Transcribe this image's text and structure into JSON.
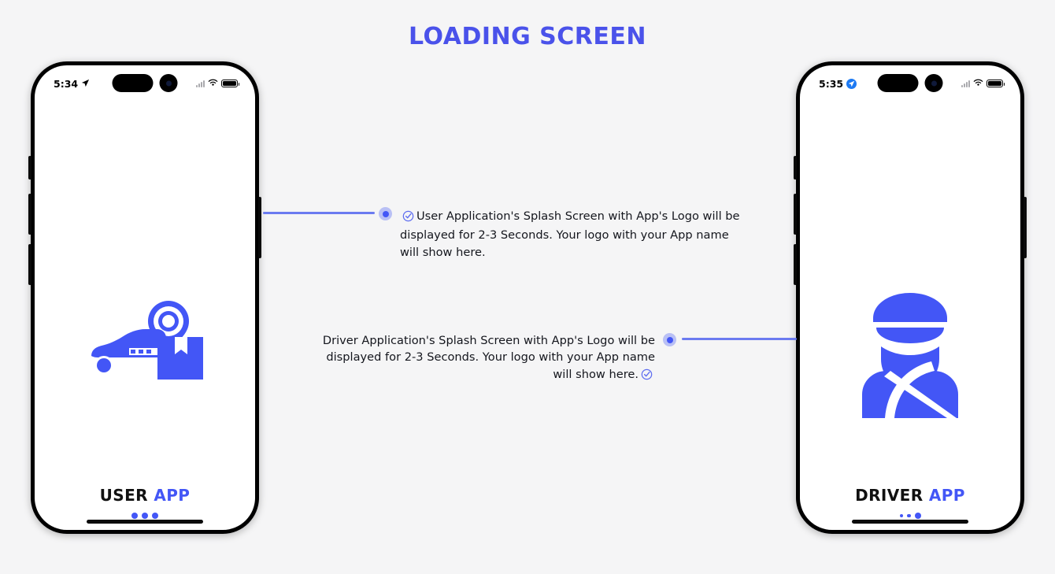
{
  "page": {
    "title": "LOADING SCREEN",
    "background_color": "#f5f5f6",
    "title_color": "#4a52ea",
    "accent_color": "#4356f6",
    "connector_color": "#6b7bf0"
  },
  "phones": [
    {
      "id": "user-app",
      "status_bar": {
        "time": "5:34",
        "location_icon": "location-arrow-icon",
        "signal_icon": "cellular-signal-icon",
        "wifi_icon": "wifi-icon",
        "battery_icon": "battery-full-icon"
      },
      "logo_icon": "taxi-car-location-pin-icon",
      "app_name_primary": "USER",
      "app_name_accent": "APP",
      "loading_dots": [
        "large",
        "large",
        "large"
      ],
      "home_indicator": "home-indicator-bar"
    },
    {
      "id": "driver-app",
      "status_bar": {
        "time": "5:35",
        "location_icon": "location-arrow-badge-icon",
        "signal_icon": "cellular-signal-icon",
        "wifi_icon": "wifi-icon",
        "battery_icon": "battery-full-icon"
      },
      "logo_icon": "driver-chauffeur-icon",
      "app_name_primary": "DRIVER",
      "app_name_accent": "APP",
      "loading_dots": [
        "small",
        "small",
        "large"
      ],
      "home_indicator": "home-indicator-bar"
    }
  ],
  "callouts": [
    {
      "id": "user-callout",
      "check_icon": "check-circle-icon",
      "bullet_icon": "bullet-dot-icon",
      "text": "User Application's Splash Screen with App's Logo will be displayed for 2-3 Seconds. Your logo with your App name will show here."
    },
    {
      "id": "driver-callout",
      "check_icon": "check-circle-icon",
      "bullet_icon": "bullet-dot-icon",
      "text": "Driver Application's Splash Screen with App's Logo will be displayed for 2-3 Seconds. Your logo with your App name will show here."
    }
  ]
}
